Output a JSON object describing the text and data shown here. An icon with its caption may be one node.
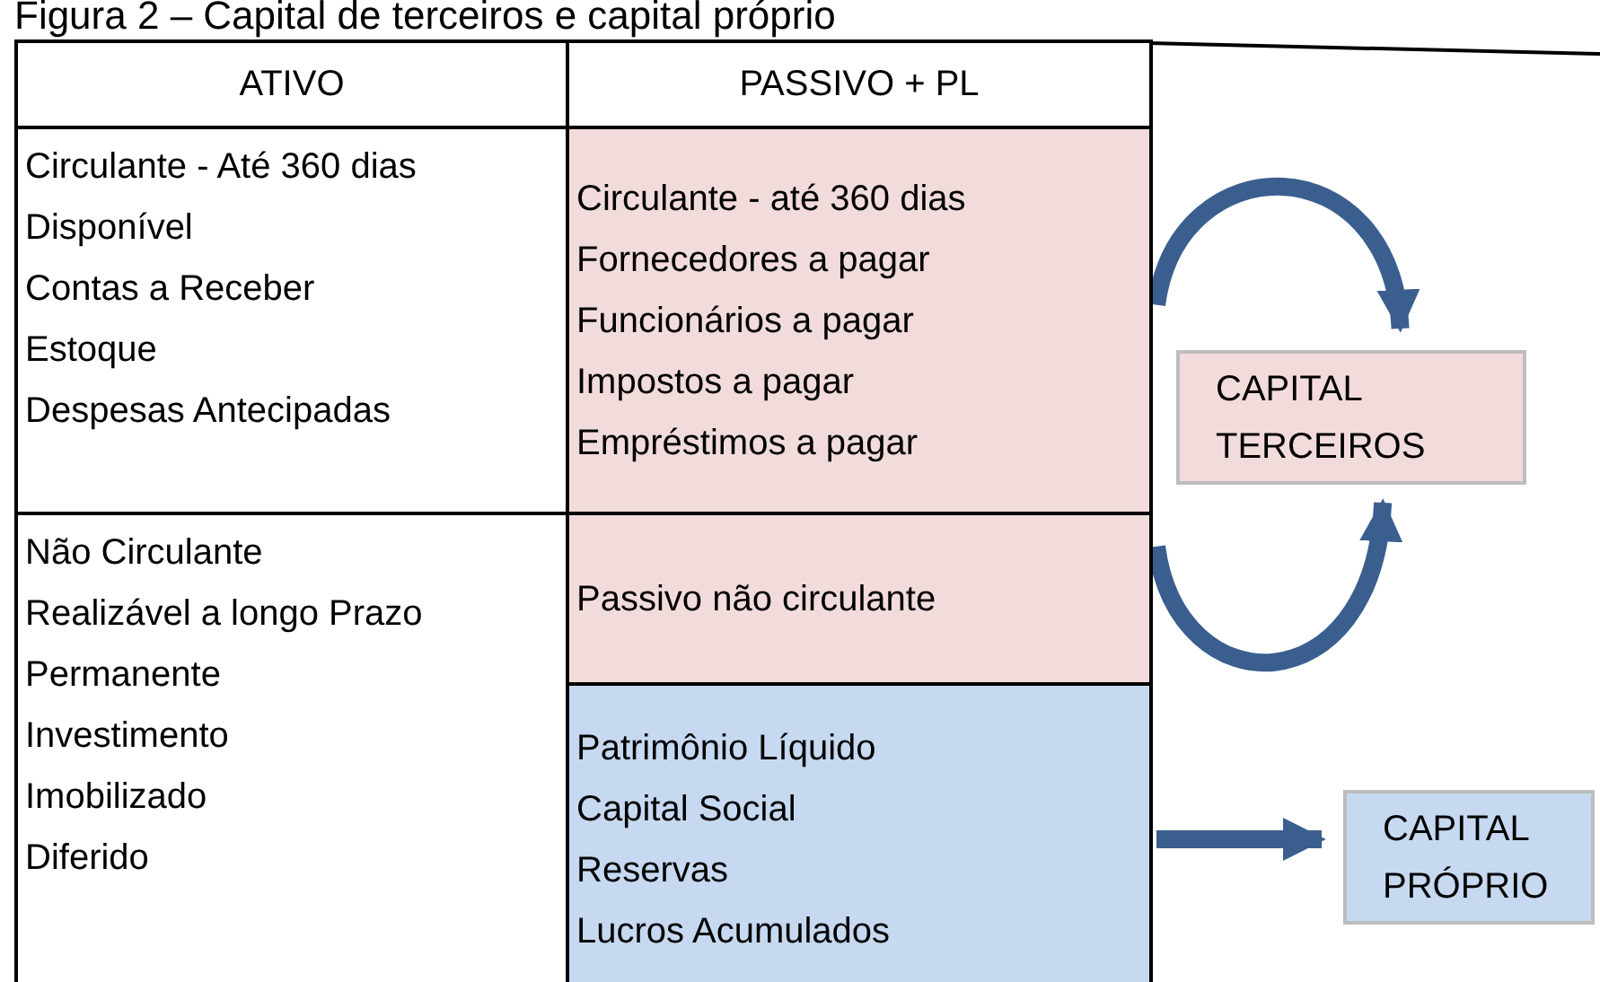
{
  "diagram": {
    "title": "Figura 2 – Capital de terceiros e capital próprio",
    "nodes": [
      {
        "text": [
          "Circulante - até 360 dias",
          "Fornecedores a pagar",
          "Funcionários a pagar",
          "Impostos a pagar",
          "Empréstimos a pagar"
        ]
      },
      {
        "text": [
          "Passivo não circulante"
        ]
      },
      {
        "text": [
          "Patrimônio Líquido",
          "Capital Social",
          "Reservas",
          "Lucros Acumulados"
        ]
      },
      {
        "text": [
          "CAPITAL TERCEIROS"
        ]
      },
      {
        "text": [
          "CAPITAL PRÓPRIO"
        ]
      }
    ],
    "edges": [
      {
        "from": 0,
        "to": 3,
        "arrow": "to"
      },
      {
        "from": 1,
        "to": 3,
        "arrow": "to"
      },
      {
        "from": 2,
        "to": 4,
        "arrow": "to"
      }
    ],
    "labels": [
      "ATIVO",
      "PASSIVO + PL",
      "Circulante - Até 360 dias",
      "Disponível",
      "Contas a Receber",
      "Estoque",
      "Despesas Antecipadas",
      "Não Circulante",
      "Realizável a longo Prazo",
      "Permanente",
      "Investimento",
      "Imobilizado",
      "Diferido"
    ]
  }
}
